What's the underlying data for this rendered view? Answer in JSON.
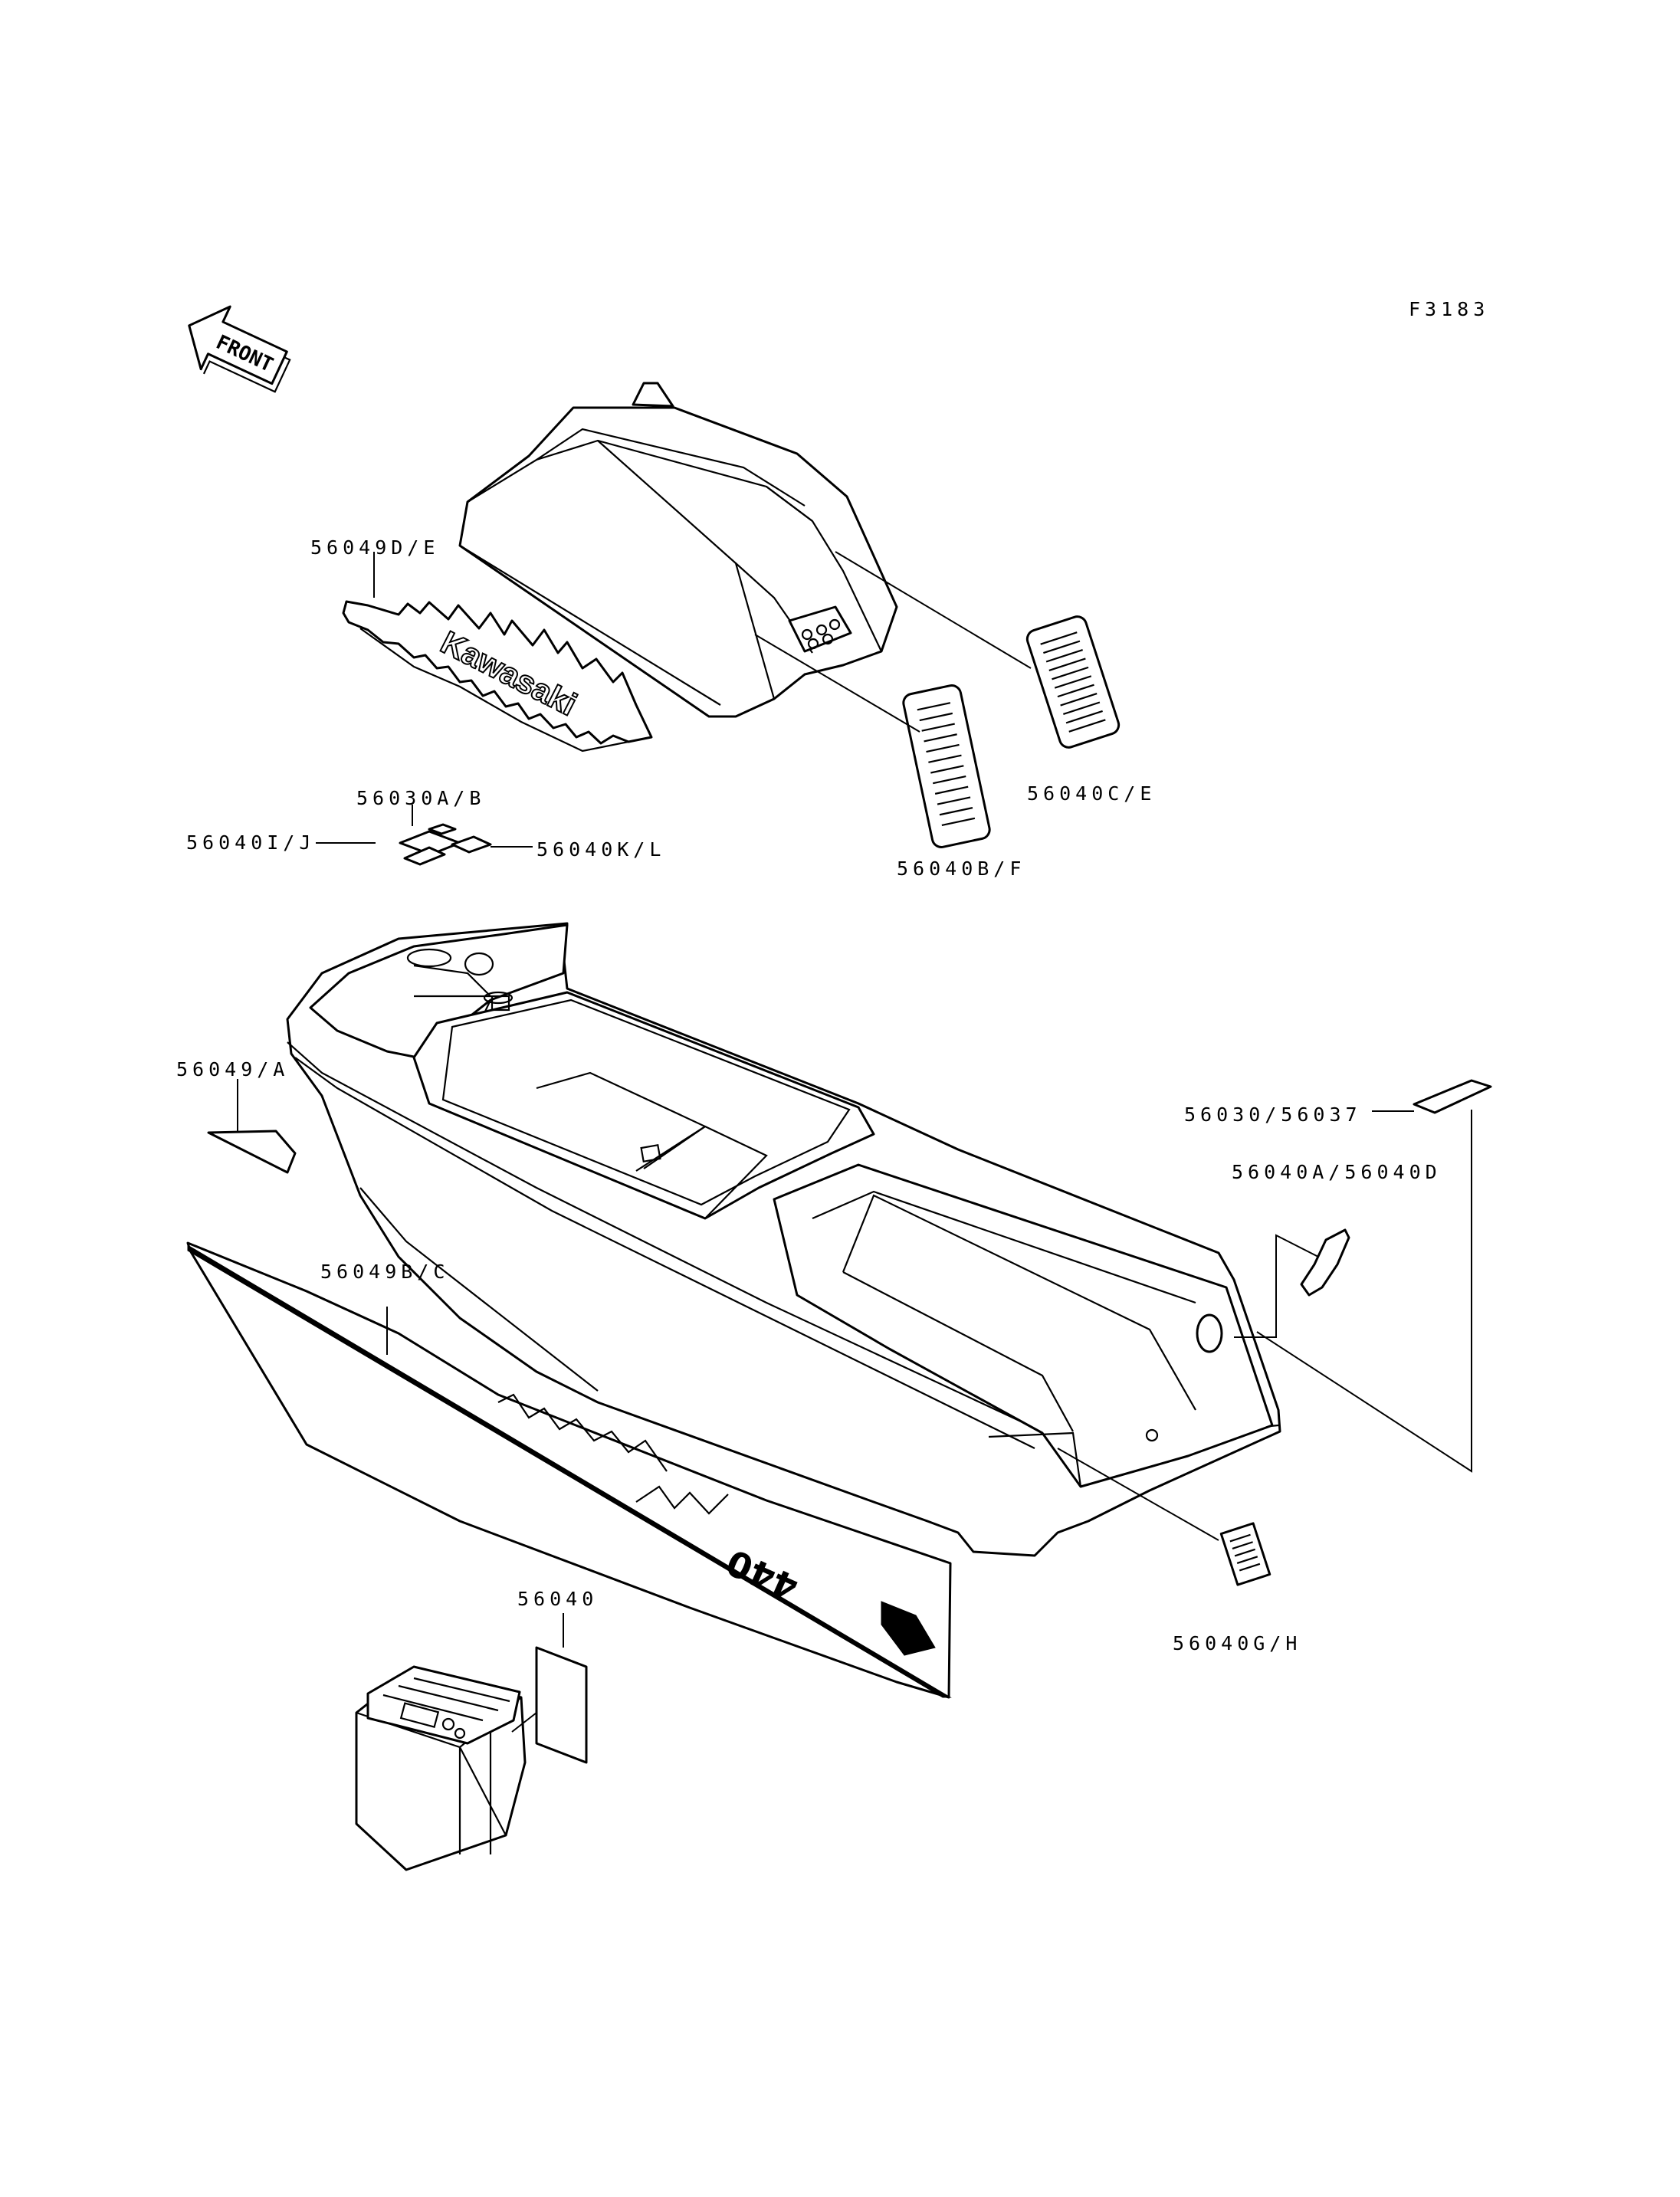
{
  "figure_id": "F3183",
  "front_arrow_text": "FRONT",
  "decal_texts": {
    "brand": "Kawasaki",
    "model_number": "440"
  },
  "callouts": {
    "p56049DE": "56049D/E",
    "p56030AB": "56030A/B",
    "p56040IJ": "56040I/J",
    "p56040KL": "56040K/L",
    "p56040CE": "56040C/E",
    "p56040BF": "56040B/F",
    "p56049A": "56049/A",
    "p56049BC": "56049B/C",
    "p56030_56037": "56030/56037",
    "p56040AD": "56040A/56040D",
    "p56040": "56040",
    "p56040GH": "56040G/H"
  }
}
